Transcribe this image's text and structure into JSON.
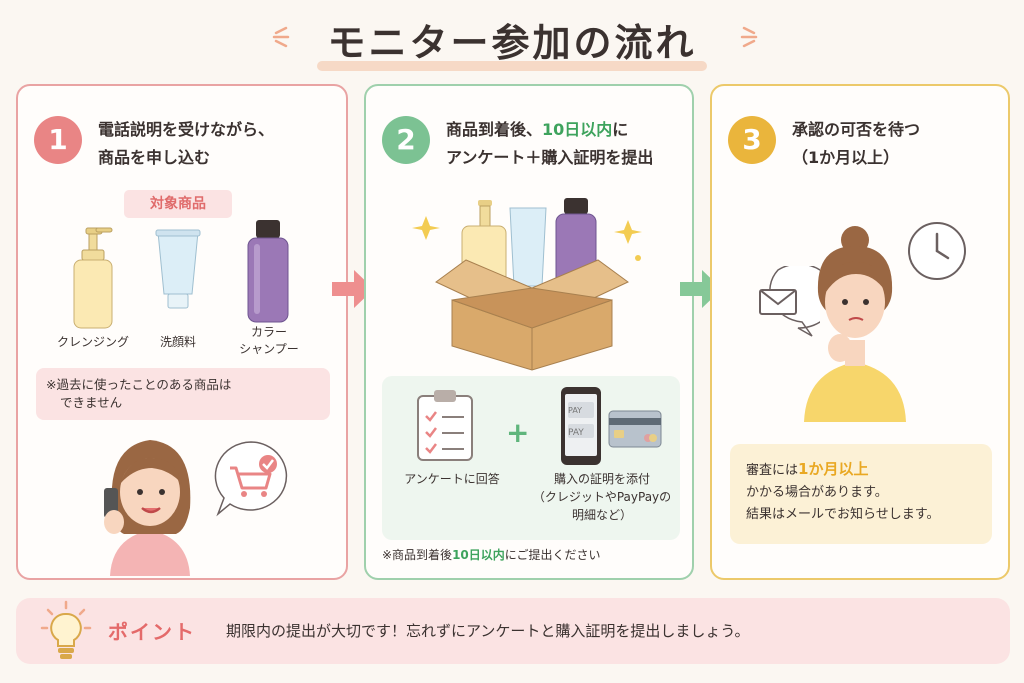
{
  "title": "モニター参加の流れ",
  "step1": {
    "number": "1",
    "heading_line1": "電話説明を受けながら、",
    "heading_line2": "商品を申し込む",
    "tag": "対象商品",
    "products": [
      "クレンジング",
      "洗顔料",
      "カラー",
      "シャンプー"
    ],
    "note_line1": "※過去に使ったことのある商品は",
    "note_line2": "できません",
    "colors": {
      "border": "#e9a3a3",
      "accent": "#e98585"
    }
  },
  "step2": {
    "number": "2",
    "heading_pre": "商品到着後、",
    "heading_highlight": "10日以内",
    "heading_post": "に",
    "heading_line2": "アンケート＋購入証明を提出",
    "survey_label": "アンケートに回答",
    "proof_line1": "購入の証明を添付",
    "proof_line2": "（クレジットやPayPayの",
    "proof_line3": "明細など）",
    "phone_text1": "PAY",
    "phone_text2": "PAY",
    "note_pre": "※商品到着後",
    "note_highlight": "10日以内",
    "note_post": "にご提出ください",
    "colors": {
      "border": "#9fd0ac",
      "accent": "#3ea35d"
    }
  },
  "step3": {
    "number": "3",
    "heading_line1": "承認の可否を待つ",
    "heading_line2": "（1か月以上）",
    "box_pre": "審査には",
    "box_highlight": "1か月以上",
    "box_line2": "かかる場合があります。",
    "box_line3": "結果はメールでお知らせします。",
    "colors": {
      "border": "#ecc96a",
      "accent": "#e9a823"
    }
  },
  "point": {
    "label": "ポイント",
    "text": "期限内の提出が大切です！忘れずにアンケートと購入証明を提出しましょう。"
  }
}
